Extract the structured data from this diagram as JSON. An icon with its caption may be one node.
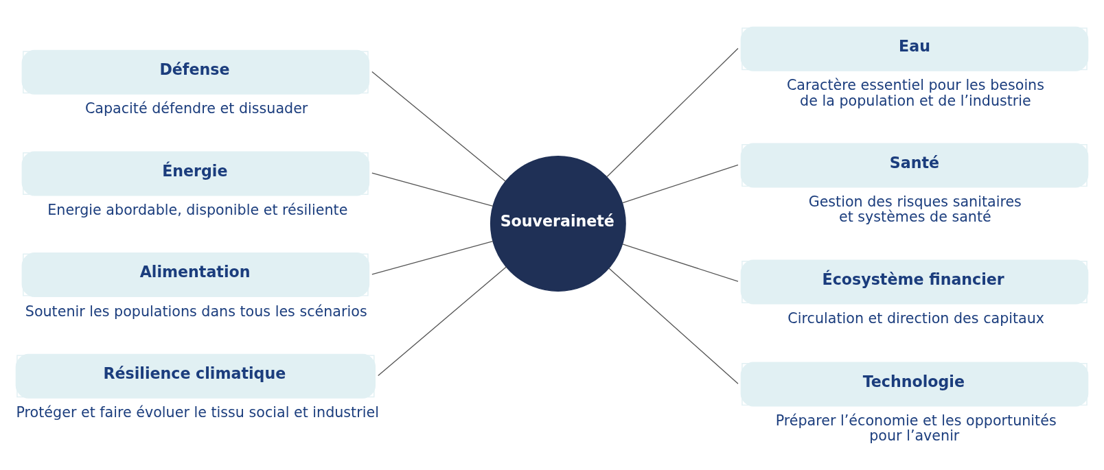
{
  "diagram": {
    "nodes": [
      {
        "text": [
          "Souveraineté"
        ]
      },
      {
        "text": [
          "Défense"
        ],
        "beside": [
          "Capacité défendre et dissuader"
        ]
      },
      {
        "text": [
          "Énergie"
        ],
        "beside": [
          "Energie abordable, disponible et résiliente"
        ]
      },
      {
        "text": [
          "Alimentation"
        ],
        "beside": [
          "Soutenir les populations dans tous les scénarios"
        ]
      },
      {
        "text": [
          "Résilience climatique"
        ],
        "beside": [
          "Protéger et faire évoluer le tissu social et industriel"
        ]
      },
      {
        "text": [
          "Eau"
        ],
        "beside": [
          "Caractère essentiel pour les besoins de la population et de l’industrie"
        ]
      },
      {
        "text": [
          "Santé"
        ],
        "beside": [
          "Gestion des risques sanitaires et systèmes de santé"
        ]
      },
      {
        "text": [
          "Écosystème financier"
        ],
        "beside": [
          "Circulation et direction des capitaux"
        ]
      },
      {
        "text": [
          "Technologie"
        ],
        "beside": [
          "Préparer l’économie et les opportunités pour l’avenir"
        ]
      }
    ],
    "edges": [
      {
        "from": 1,
        "to": 0,
        "arrow": "none"
      },
      {
        "from": 2,
        "to": 0,
        "arrow": "none"
      },
      {
        "from": 3,
        "to": 0,
        "arrow": "none"
      },
      {
        "from": 4,
        "to": 0,
        "arrow": "none"
      },
      {
        "from": 0,
        "to": 5,
        "arrow": "none"
      },
      {
        "from": 0,
        "to": 6,
        "arrow": "none"
      },
      {
        "from": 0,
        "to": 7,
        "arrow": "none"
      },
      {
        "from": 0,
        "to": 8,
        "arrow": "none"
      }
    ]
  }
}
